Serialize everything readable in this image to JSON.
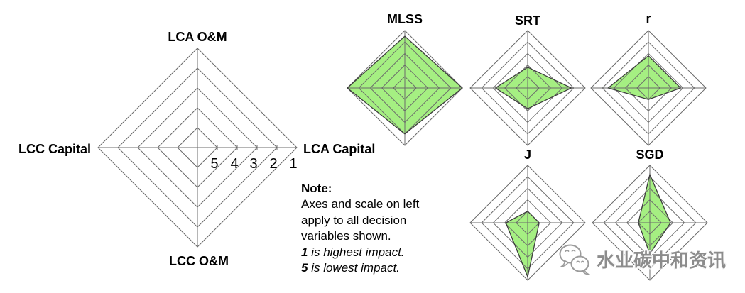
{
  "colors": {
    "series_fill": "#a5ef82",
    "series_stroke": "#3d3d3d",
    "grid": "#6b6b6b",
    "text": "#000000",
    "watermark_gray": "#8c8c8c"
  },
  "note": {
    "title": "Note:",
    "line1": "Axes and scale on left",
    "line2": "apply to all decision",
    "line3": "variables shown.",
    "line4_prefix": "1",
    "line4_rest": " is highest impact.",
    "line5_prefix": "5",
    "line5_rest": " is lowest impact."
  },
  "watermark": {
    "logo": "wechat-chat-bubbles-icon",
    "text": "水业碳中和资讯"
  },
  "chart_data": [
    {
      "type": "radar",
      "role": "axis-and-scale-template",
      "title": "",
      "axes_positions": [
        "top",
        "right",
        "bottom",
        "left"
      ],
      "axes": [
        "LCA O&M",
        "LCA Capital",
        "LCC O&M",
        "LCC Capital"
      ],
      "rings": 5,
      "scale": {
        "outer_value": 1,
        "center_value": 5,
        "tick_labels": [
          "5",
          "4",
          "3",
          "2",
          "1"
        ],
        "meaning": "1 is highest impact, 5 is lowest impact"
      },
      "values": null
    },
    {
      "type": "radar",
      "title": "MLSS",
      "axes": [
        "LCA O&M",
        "LCA Capital",
        "LCC O&M",
        "LCC Capital"
      ],
      "values": [
        1.5,
        1.0,
        2.0,
        1.0
      ]
    },
    {
      "type": "radar",
      "title": "SRT",
      "axes": [
        "LCA O&M",
        "LCA Capital",
        "LCC O&M",
        "LCC Capital"
      ],
      "values": [
        4.2,
        2.2,
        4.2,
        3.2
      ]
    },
    {
      "type": "radar",
      "title": "r",
      "axes": [
        "LCA O&M",
        "LCA Capital",
        "LCC O&M",
        "LCC Capital"
      ],
      "values": [
        3.2,
        3.2,
        5.0,
        2.5
      ]
    },
    {
      "type": "radar",
      "title": "J",
      "axes": [
        "LCA O&M",
        "LCA Capital",
        "LCC O&M",
        "LCC Capital"
      ],
      "values": [
        5.0,
        5.0,
        1.3,
        4.1
      ]
    },
    {
      "type": "radar",
      "title": "SGD",
      "axes": [
        "LCA O&M",
        "LCA Capital",
        "LCC O&M",
        "LCC Capital"
      ],
      "values": [
        1.8,
        4.2,
        3.3,
        5.0
      ]
    }
  ]
}
